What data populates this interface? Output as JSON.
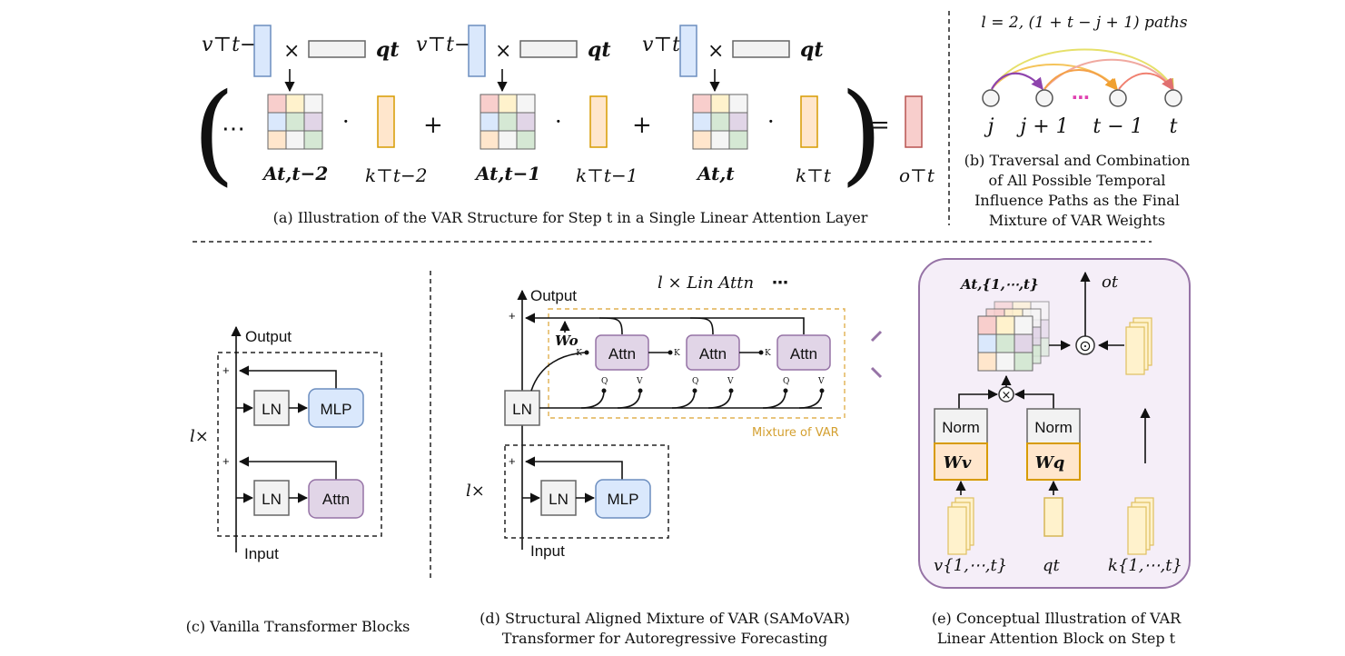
{
  "panel_a": {
    "caption": "(a) Illustration of the VAR Structure for Step t in a Single Linear Attention Layer",
    "v_labels": [
      "v⊤t−2",
      "v⊤t−1",
      "v⊤t"
    ],
    "q_label": "qt",
    "times": "×",
    "dots": "⋯",
    "dot": "·",
    "plus": "+",
    "equals": "=",
    "a_labels": [
      "At,t−2",
      "At,t−1",
      "At,t"
    ],
    "k_labels": [
      "k⊤t−2",
      "k⊤t−1",
      "k⊤t"
    ],
    "o_label": "o⊤t"
  },
  "panel_b": {
    "title": "l = 2, (1 + t − j + 1) paths",
    "nodes": [
      "j",
      "j + 1",
      "t − 1",
      "t"
    ],
    "ellipsis": "⋯",
    "caption_lines": [
      "(b) Traversal and Combination",
      "of All Possible Temporal",
      "Influence Paths as the Final",
      "Mixture of VAR Weights"
    ]
  },
  "panel_c": {
    "output": "Output",
    "input": "Input",
    "repeat": "l×",
    "ln": "LN",
    "mlp": "MLP",
    "attn": "Attn",
    "plus": "+",
    "caption": "(c) Vanilla Transformer Blocks"
  },
  "panel_d": {
    "output": "Output",
    "input": "Input",
    "repeat": "l×",
    "header": "l × Lin Attn",
    "ellipsis": "⋯",
    "wo": "Wo",
    "ln": "LN",
    "mlp": "MLP",
    "attn": "Attn",
    "k": "K",
    "q": "Q",
    "v": "V",
    "plus": "+",
    "mixture": "Mixture of VAR",
    "caption_lines": [
      "(d) Structural Aligned Mixture of VAR (SAMoVAR)",
      "Transformer for Autoregressive Forecasting"
    ]
  },
  "panel_e": {
    "a_label": "At,{1,⋯,t}",
    "o_label": "ot",
    "norm": "Norm",
    "wv": "Wv",
    "wq": "Wq",
    "v_label": "v{1,⋯,t}",
    "q_label": "qt",
    "k_label": "k{1,⋯,t}",
    "times": "×",
    "odot": "⊙",
    "caption_lines": [
      "(e) Conceptual Illustration of VAR",
      "Linear Attention Block on Step t"
    ]
  }
}
